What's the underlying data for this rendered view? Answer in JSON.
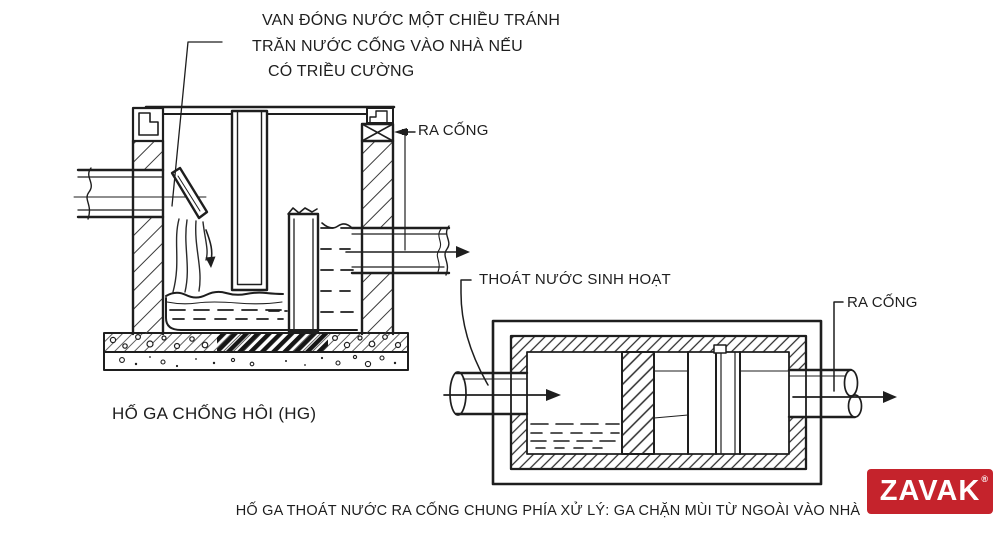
{
  "colors": {
    "line": "#1e1e1e",
    "background": "#ffffff",
    "logo_red": "#c5232c",
    "logo_text": "#ffffff"
  },
  "left_diagram": {
    "annotation": {
      "line1": "VAN ĐÓNG NƯỚC MỘT CHIỀU TRÁNH",
      "line2": "TRĂN NƯỚC CỐNG VÀO NHÀ NẾU",
      "line3": "CÓ TRIỀU CƯỜNG"
    },
    "outlet_label": "RA CỐNG",
    "caption": "HỐ GA CHỐNG HÔI (HG)"
  },
  "right_diagram": {
    "inlet_label": "THOÁT NƯỚC SINH HOẠT",
    "outlet_label": "RA CỐNG"
  },
  "caption_bottom": "HỐ GA THOÁT NƯỚC RA CỐNG CHUNG PHÍA XỬ LÝ: GA CHẶN MÙI TỪ NGOÀI VÀO NHÀ",
  "logo": {
    "brand": "ZAVAK",
    "registered": "®"
  }
}
